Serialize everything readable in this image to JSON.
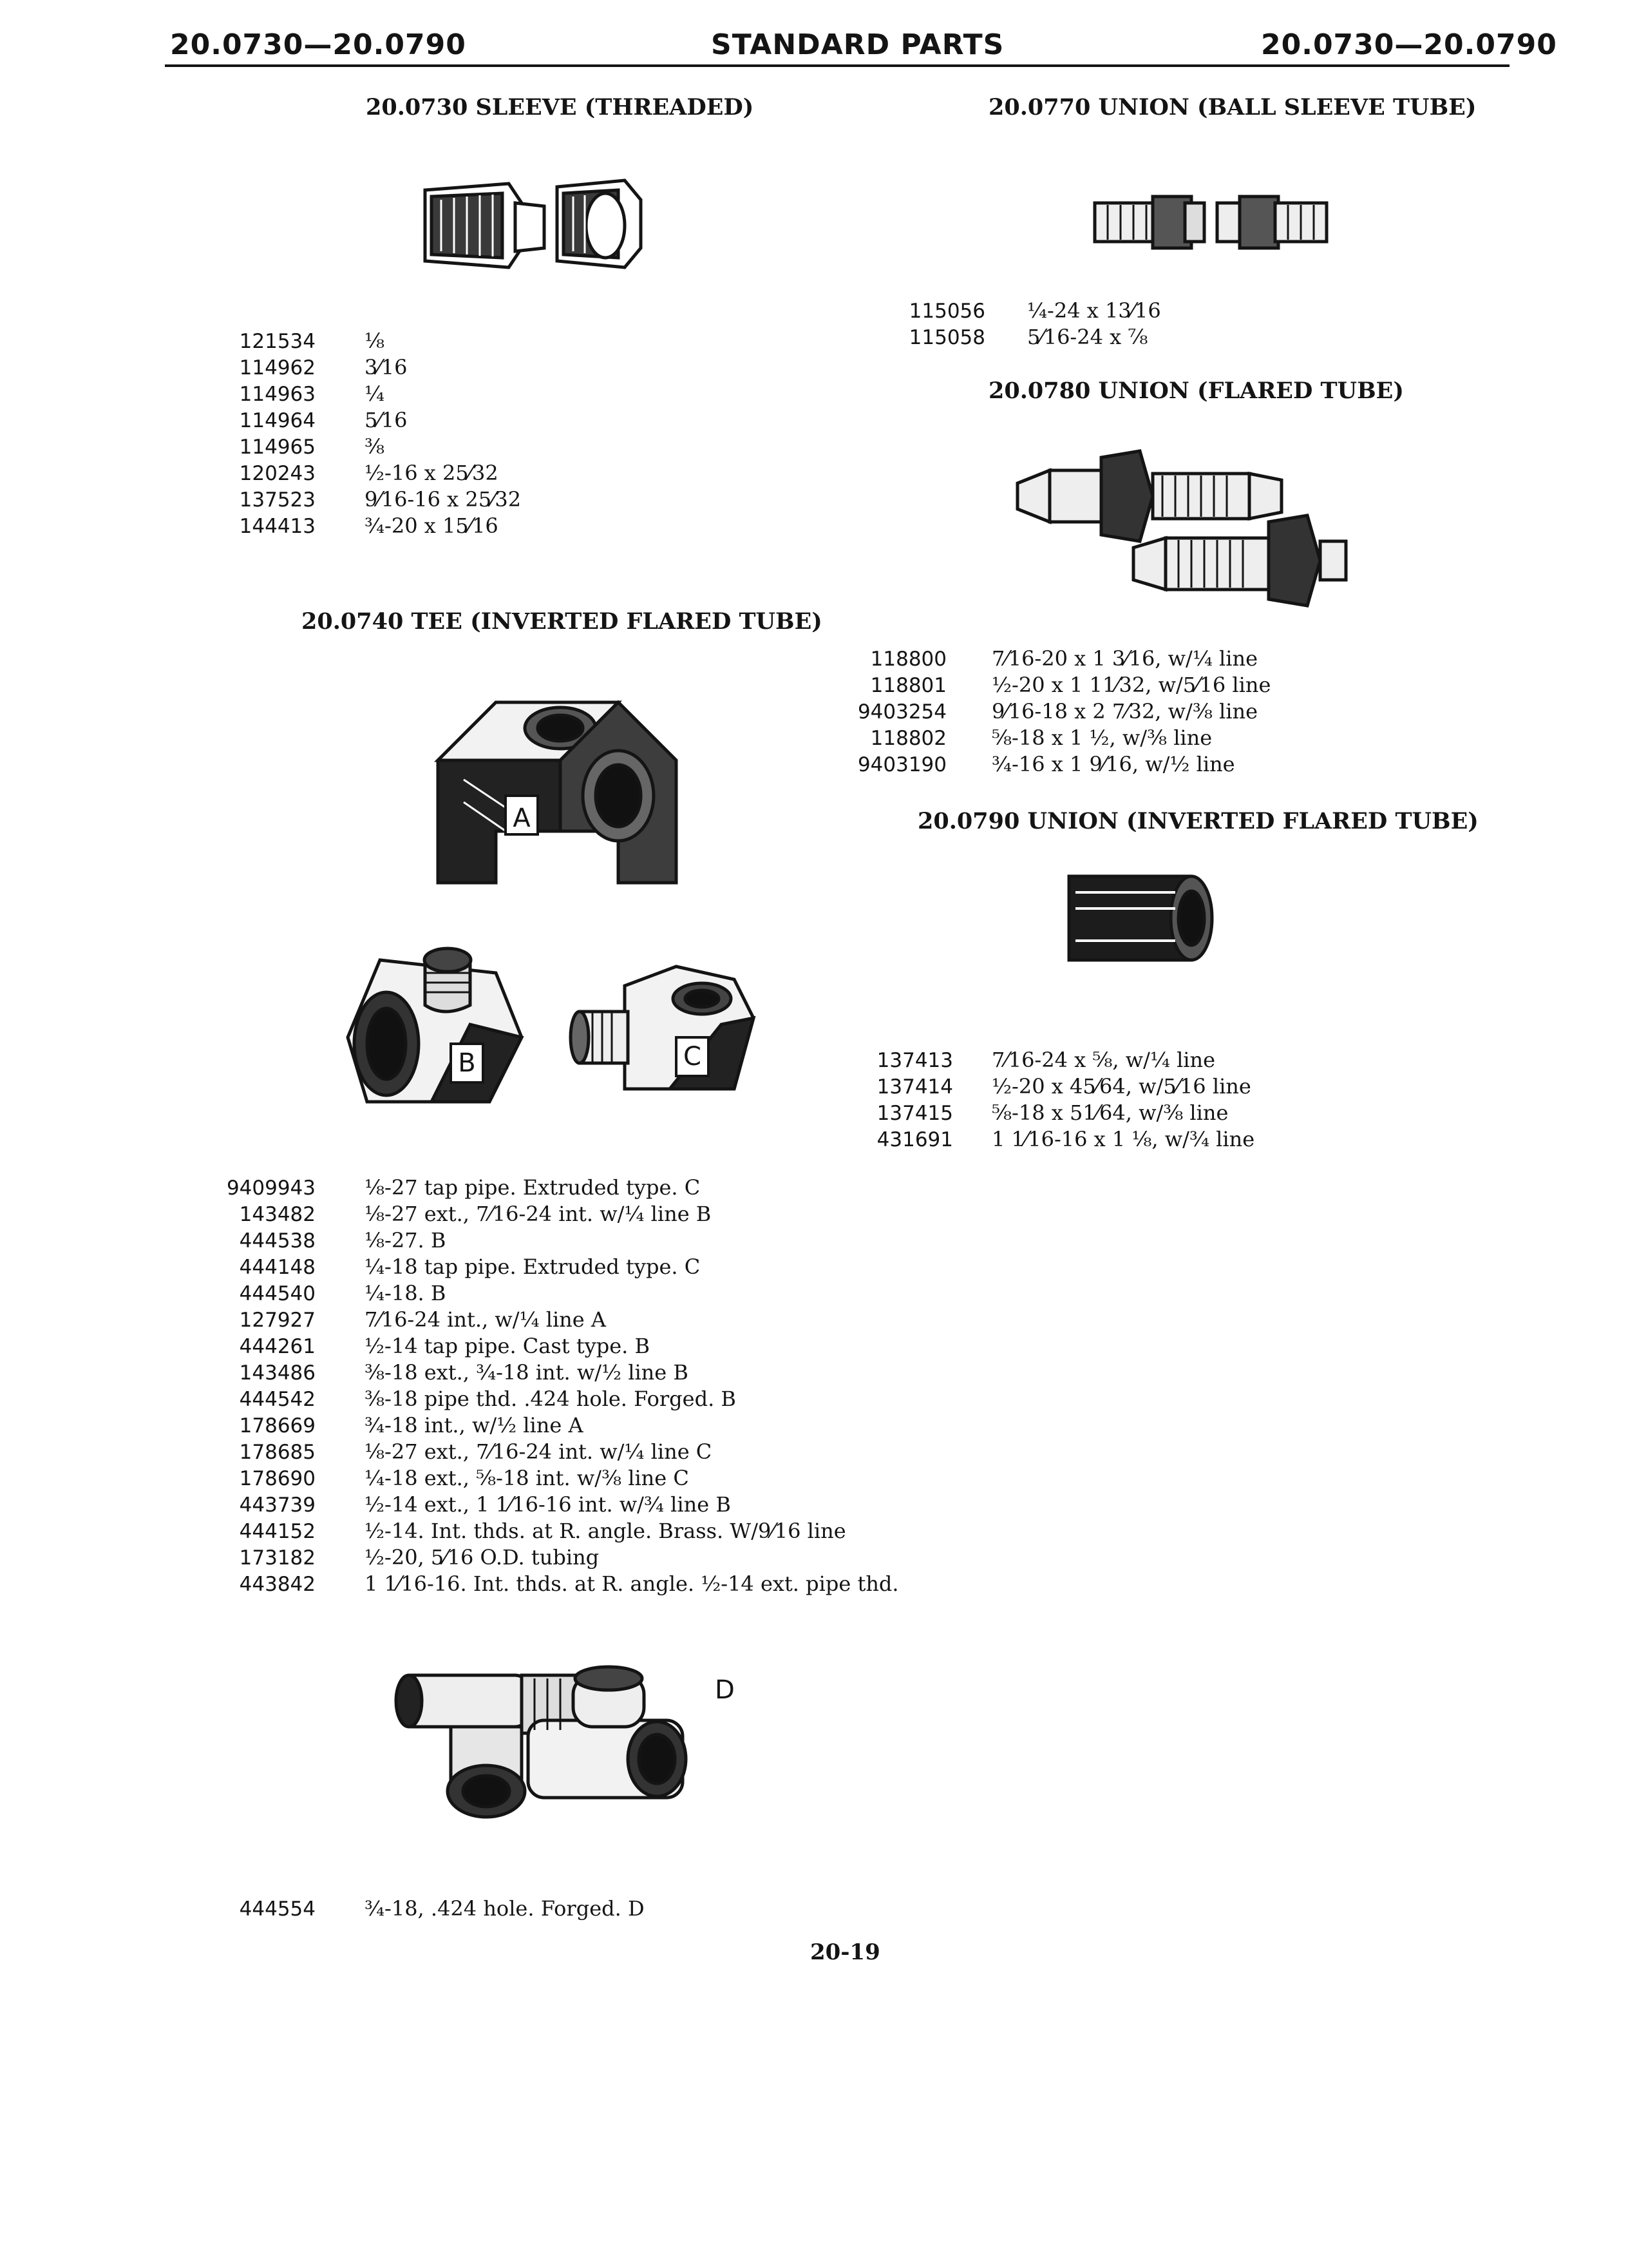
{
  "header": {
    "left": "20.0730—20.0790",
    "center": "STANDARD PARTS",
    "right": "20.0730—20.0790"
  },
  "sections": {
    "sleeve": {
      "title": "20.0730 SLEEVE (THREADED)",
      "rows": [
        {
          "part": "121534",
          "desc": "⅛"
        },
        {
          "part": "114962",
          "desc": "3⁄16"
        },
        {
          "part": "114963",
          "desc": "¼"
        },
        {
          "part": "114964",
          "desc": "5⁄16"
        },
        {
          "part": "114965",
          "desc": "⅜"
        },
        {
          "part": "120243",
          "desc": "½-16 x 25⁄32"
        },
        {
          "part": "137523",
          "desc": "9⁄16-16 x 25⁄32"
        },
        {
          "part": "144413",
          "desc": "¾-20 x 15⁄16"
        }
      ]
    },
    "tee": {
      "title": "20.0740 TEE (INVERTED FLARED TUBE)",
      "labels": {
        "a": "A",
        "b": "B",
        "c": "C",
        "d": "D"
      },
      "rows": [
        {
          "part": "9409943",
          "desc": "⅛-27 tap pipe. Extruded type. C"
        },
        {
          "part": "143482",
          "desc": "⅛-27 ext., 7⁄16-24 int. w/¼ line B"
        },
        {
          "part": "444538",
          "desc": "⅛-27. B"
        },
        {
          "part": "444148",
          "desc": "¼-18 tap pipe. Extruded type. C"
        },
        {
          "part": "444540",
          "desc": "¼-18. B"
        },
        {
          "part": "127927",
          "desc": "7⁄16-24 int., w/¼ line A"
        },
        {
          "part": "444261",
          "desc": "½-14 tap pipe. Cast type. B"
        },
        {
          "part": "143486",
          "desc": "⅜-18 ext., ¾-18 int. w/½ line B"
        },
        {
          "part": "444542",
          "desc": "⅜-18 pipe thd. .424 hole. Forged. B"
        },
        {
          "part": "178669",
          "desc": "¾-18 int., w/½ line A"
        },
        {
          "part": "178685",
          "desc": "⅛-27 ext., 7⁄16-24 int. w/¼ line C"
        },
        {
          "part": "178690",
          "desc": "¼-18 ext., ⅝-18 int. w/⅜ line C"
        },
        {
          "part": "443739",
          "desc": "½-14 ext., 1 1⁄16-16 int. w/¾ line B"
        },
        {
          "part": "444152",
          "desc": "½-14. Int. thds. at R. angle. Brass. W/9⁄16 line"
        },
        {
          "part": "173182",
          "desc": "½-20, 5⁄16 O.D. tubing"
        },
        {
          "part": "443842",
          "desc": "1 1⁄16-16. Int. thds. at R. angle. ½-14 ext. pipe thd."
        }
      ],
      "extra_row": {
        "part": "444554",
        "desc": "¾-18, .424 hole. Forged. D"
      }
    },
    "union_ball": {
      "title": "20.0770 UNION (BALL SLEEVE TUBE)",
      "rows": [
        {
          "part": "115056",
          "desc": "¼-24 x 13⁄16"
        },
        {
          "part": "115058",
          "desc": "5⁄16-24 x ⅞"
        }
      ]
    },
    "union_flared": {
      "title": "20.0780 UNION (FLARED TUBE)",
      "rows": [
        {
          "part": "118800",
          "desc": "7⁄16-20 x 1 3⁄16, w/¼ line"
        },
        {
          "part": "118801",
          "desc": "½-20 x 1 11⁄32, w/5⁄16 line"
        },
        {
          "part": "9403254",
          "desc": "9⁄16-18 x 2 7⁄32, w/⅜ line"
        },
        {
          "part": "118802",
          "desc": "⅝-18 x 1 ½, w/⅜ line"
        },
        {
          "part": "9403190",
          "desc": "¾-16 x 1 9⁄16, w/½ line"
        }
      ]
    },
    "union_inverted": {
      "title": "20.0790 UNION (INVERTED FLARED TUBE)",
      "rows": [
        {
          "part": "137413",
          "desc": "7⁄16-24 x ⅝, w/¼ line"
        },
        {
          "part": "137414",
          "desc": "½-20 x 45⁄64, w/5⁄16 line"
        },
        {
          "part": "137415",
          "desc": "⅝-18 x 51⁄64, w/⅜ line"
        },
        {
          "part": "431691",
          "desc": "1 1⁄16-16 x 1 ⅛, w/¾ line"
        }
      ]
    }
  },
  "page_number": "20-19"
}
